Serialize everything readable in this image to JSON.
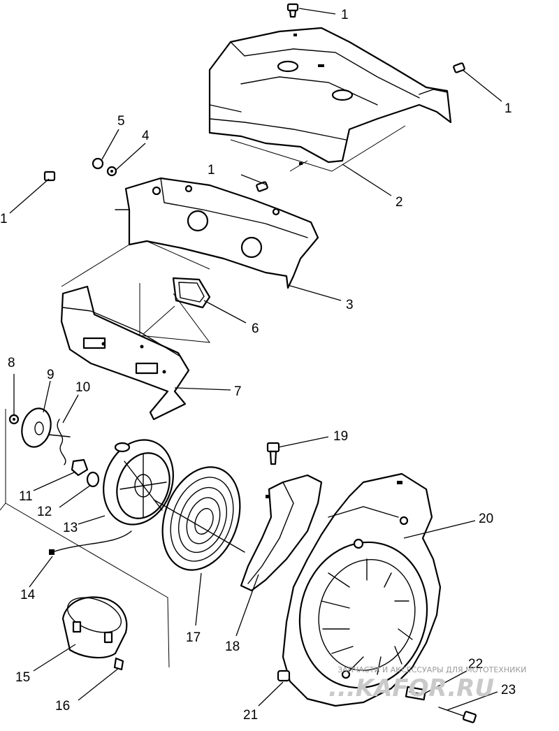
{
  "callouts": [
    "1",
    "1",
    "1",
    "1",
    "2",
    "3",
    "4",
    "5",
    "6",
    "7",
    "8",
    "9",
    "10",
    "11",
    "12",
    "13",
    "14",
    "15",
    "16",
    "17",
    "18",
    "19",
    "20",
    "21",
    "22",
    "23"
  ],
  "watermark": {
    "tagline": "ЗАПЧАСТИ И АКСЕССУАРЫ ДЛЯ МОТОТЕХНИКИ",
    "logo": "...KAFOR.RU"
  }
}
